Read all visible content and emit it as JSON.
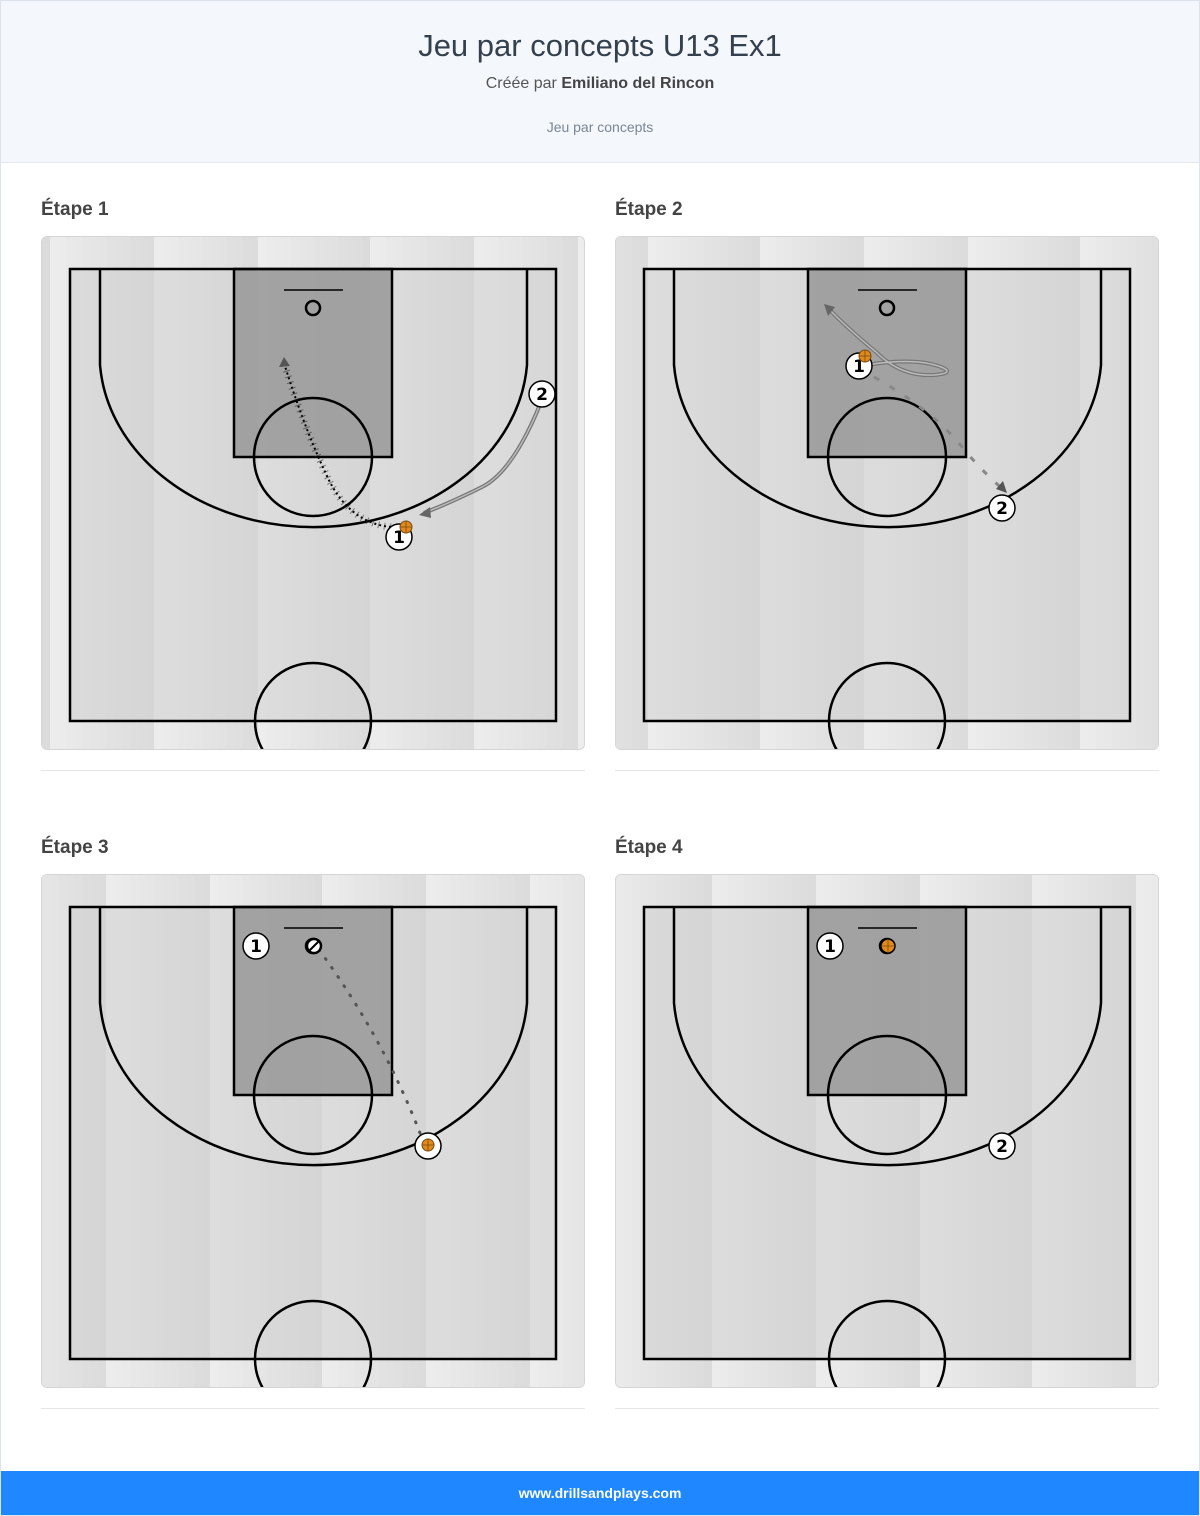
{
  "header": {
    "title": "Jeu par concepts U13 Ex1",
    "created_prefix": "Créée par",
    "author": "Emiliano del Rincon",
    "category": "Jeu par concepts"
  },
  "steps": [
    {
      "label": "Étape 1"
    },
    {
      "label": "Étape 2"
    },
    {
      "label": "Étape 3"
    },
    {
      "label": "Étape 4"
    }
  ],
  "players": {
    "p1": "1",
    "p2": "2"
  },
  "footer": {
    "url": "www.drillsandplays.com"
  },
  "colors": {
    "footer_bg": "#1f87ff",
    "ball": "#e08a1e",
    "court_lines": "#000000",
    "paint": "#8f8f8f",
    "court_floor": "#cfcfcf"
  }
}
